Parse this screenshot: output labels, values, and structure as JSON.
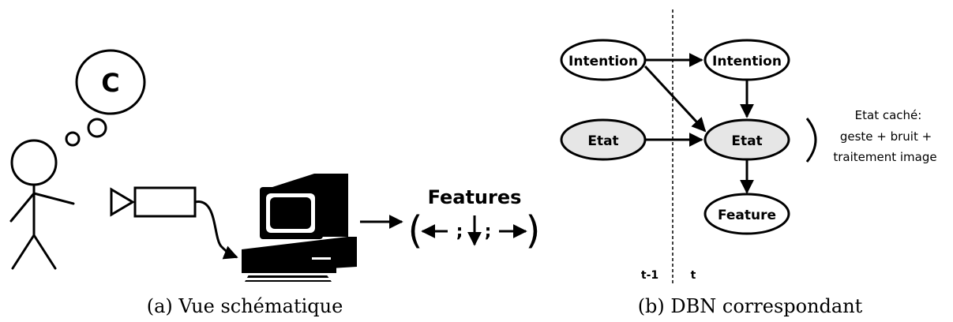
{
  "panel_a": {
    "thought_letter": "C",
    "features_title": "Features",
    "features_open": "(",
    "features_close": ")",
    "features_sep_1": ";",
    "features_sep_2": ";",
    "caption": "(a)  Vue schématique"
  },
  "panel_b": {
    "nodes": {
      "intention_prev": "Intention",
      "intention_curr": "Intention",
      "etat_prev": "Etat",
      "etat_curr": "Etat",
      "feature": "Feature"
    },
    "time_labels": {
      "prev": "t-1",
      "curr": "t"
    },
    "hidden_state_note": [
      "Etat caché:",
      "geste + bruit +",
      "traitement image"
    ],
    "caption": "(b)  DBN correspondant",
    "colors": {
      "hidden_node_fill": "#e6e6e6",
      "visible_node_fill": "#ffffff"
    }
  }
}
